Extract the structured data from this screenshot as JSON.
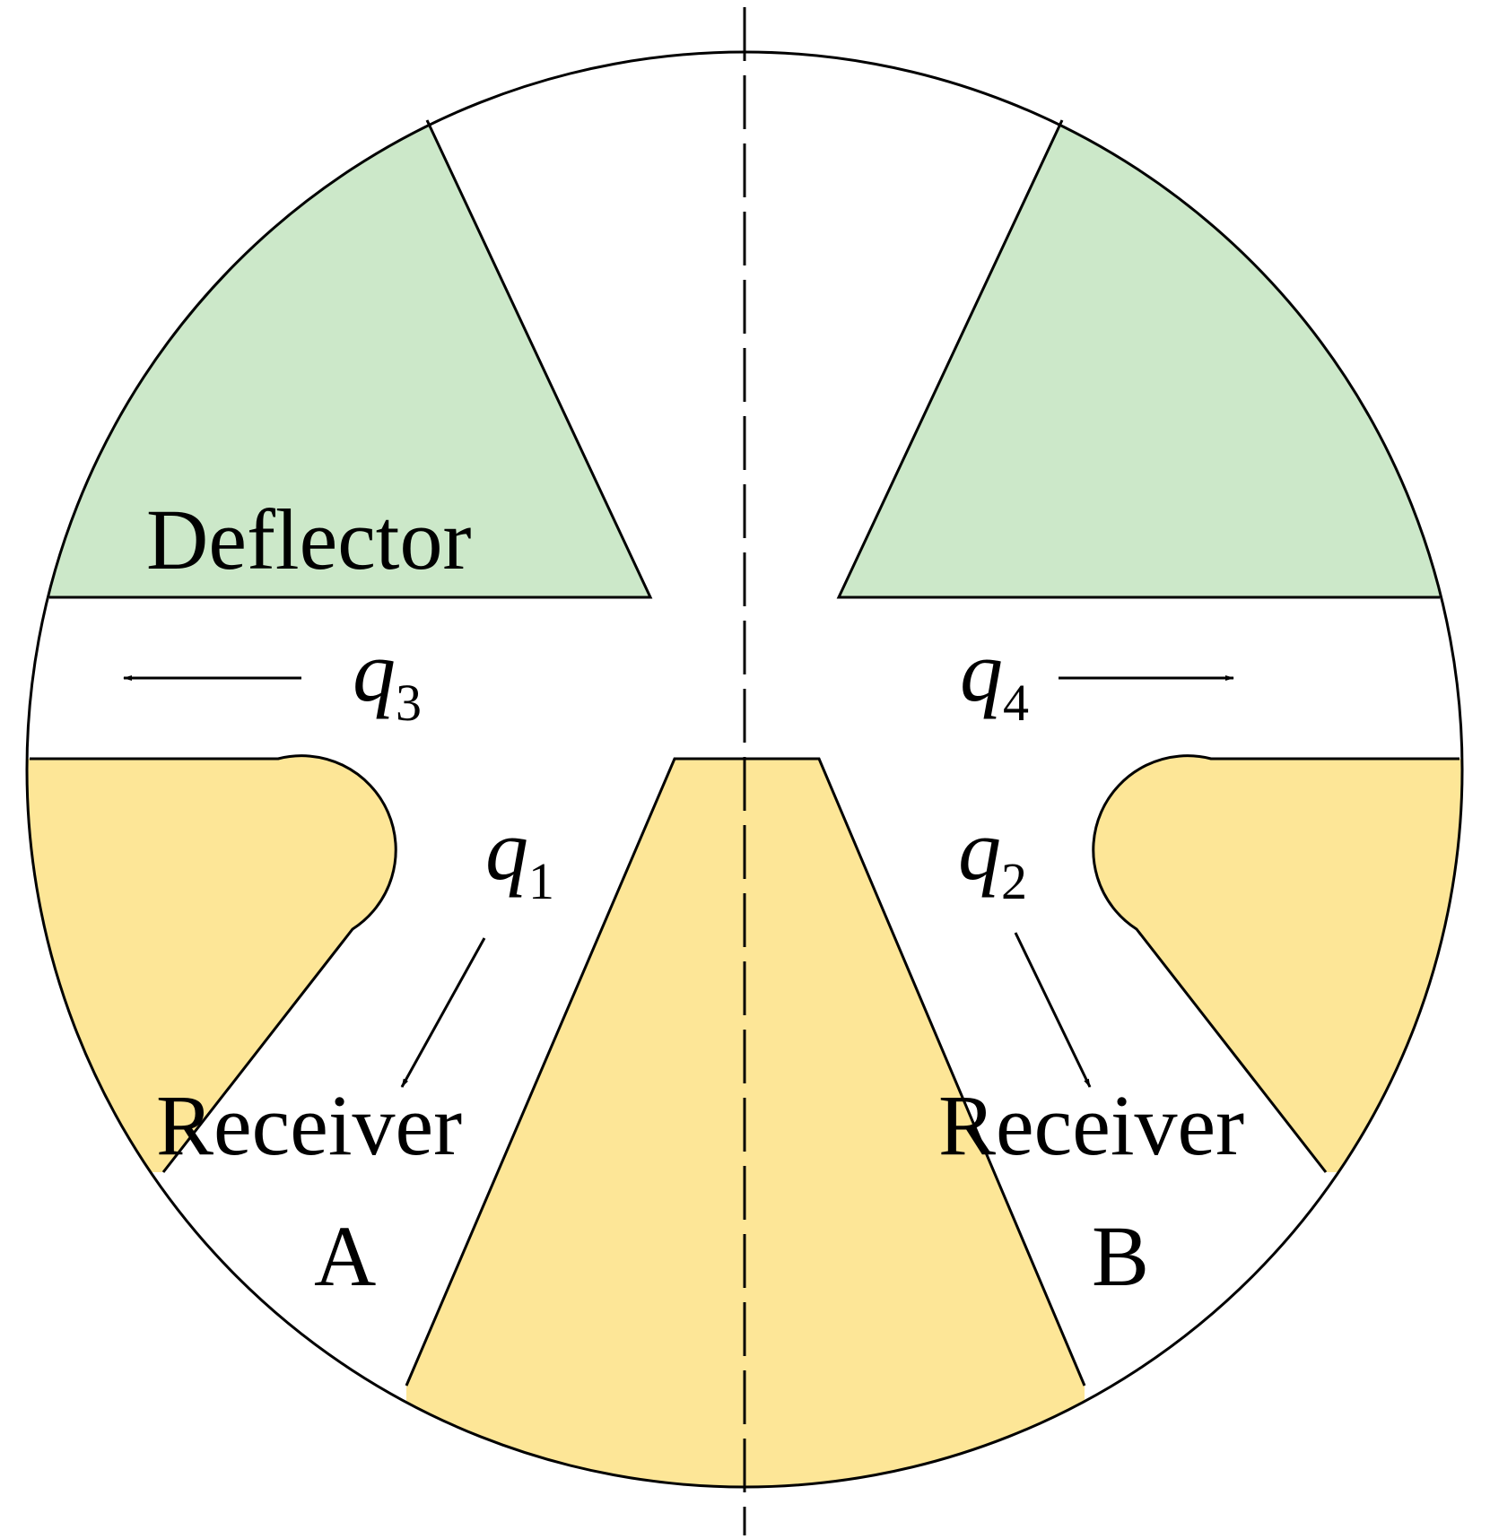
{
  "colors": {
    "deflector_fill": "#cce8c9",
    "receiver_fill": "#fde697",
    "outline": "#000000",
    "background": "#ffffff"
  },
  "labels": {
    "deflector": "Deflector",
    "receiver_a_word": "Receiver",
    "receiver_a_letter": "A",
    "receiver_b_word": "Receiver",
    "receiver_b_letter": "B"
  },
  "flows": {
    "q1": {
      "symbol": "q",
      "subscript": "1"
    },
    "q2": {
      "symbol": "q",
      "subscript": "2"
    },
    "q3": {
      "symbol": "q",
      "subscript": "3"
    },
    "q4": {
      "symbol": "q",
      "subscript": "4"
    }
  }
}
